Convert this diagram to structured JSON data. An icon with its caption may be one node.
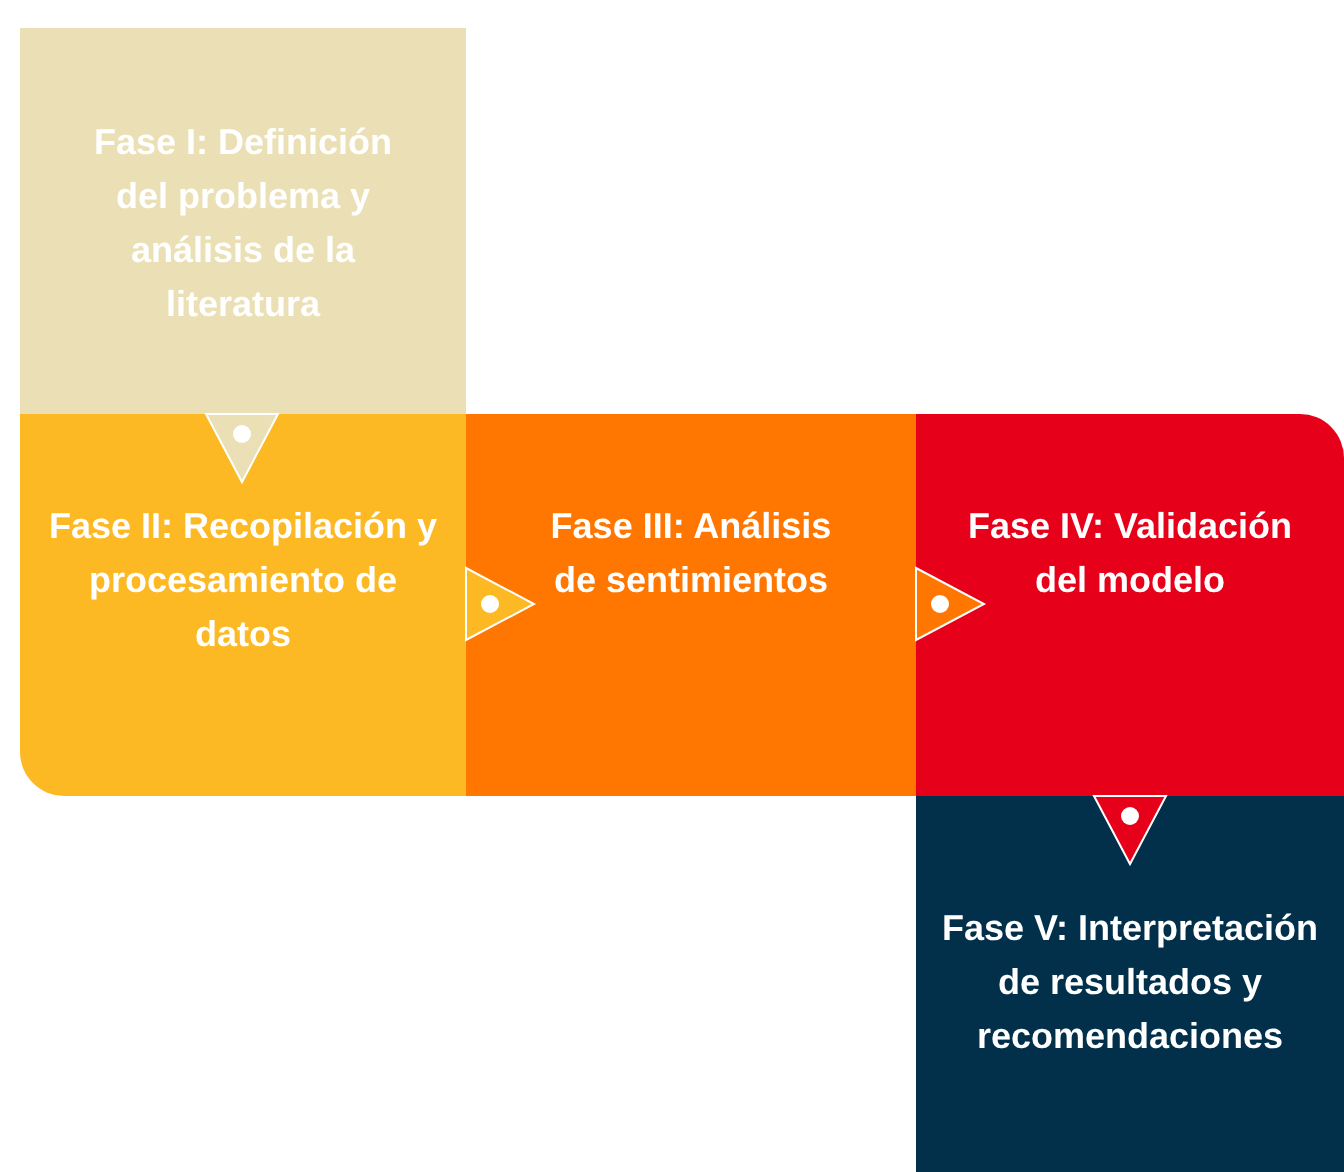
{
  "diagram": {
    "nodes": [
      {
        "text": [
          "Fase I: Definición del problema y análisis de la literatura"
        ]
      },
      {
        "text": [
          "Fase II: Recopilación y procesamiento de datos"
        ]
      },
      {
        "text": [
          "Fase III: Análisis de sentimientos"
        ]
      },
      {
        "text": [
          "Fase IV: Validación del modelo"
        ]
      },
      {
        "text": [
          "Fase V: Interpretación de resultados y recomendaciones"
        ]
      }
    ],
    "edges": [
      {
        "from": 0,
        "to": 1,
        "arrow": "to"
      },
      {
        "from": 1,
        "to": 2,
        "arrow": "to"
      },
      {
        "from": 2,
        "to": 3,
        "arrow": "to"
      },
      {
        "from": 3,
        "to": 4,
        "arrow": "to"
      }
    ]
  }
}
